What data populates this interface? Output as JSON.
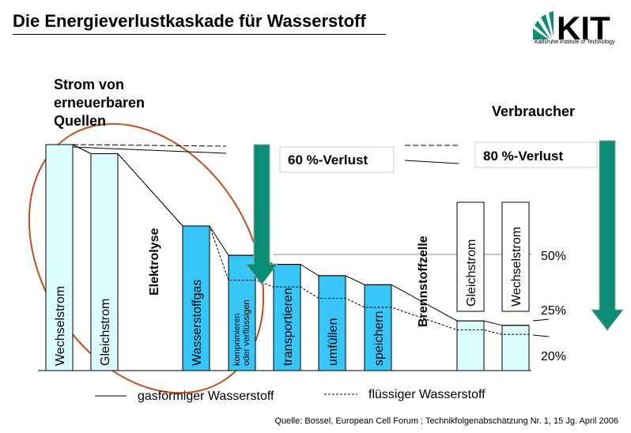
{
  "title": "Die Energieverlustkaskade für Wasserstoff",
  "logo": {
    "text": "KIT",
    "subtitle": "Karlsruhe Institute of Technology"
  },
  "chart_data": {
    "type": "bar",
    "bars": [
      {
        "label": "Wechselstrom",
        "value": 100,
        "color": "#dcfdfd"
      },
      {
        "label": "Gleichstrom",
        "value": 96,
        "color": "#dcfdfd"
      },
      {
        "label": "Wasserstoffgas",
        "value": 64,
        "color": "#37c6f8"
      },
      {
        "label": "komprimieren oder verflüssigen",
        "value": 51,
        "color": "#37c6f8"
      },
      {
        "label": "transportieren",
        "value": 47,
        "color": "#37c6f8"
      },
      {
        "label": "umfüllen",
        "value": 42,
        "color": "#37c6f8"
      },
      {
        "label": "speichern",
        "value": 38,
        "color": "#37c6f8"
      },
      {
        "label": "",
        "value": 22,
        "color": "#dcfdfd"
      },
      {
        "label": "",
        "value": 20,
        "color": "#dcfdfd"
      }
    ],
    "gas_line": [
      100,
      96,
      64,
      51,
      47,
      42,
      38,
      22,
      20
    ],
    "liquid_line": [
      100,
      96,
      64,
      40,
      37,
      32,
      28,
      18,
      16
    ],
    "stage_labels": [
      "Elektrolyse",
      "Brennstoffzelle"
    ],
    "boxed_labels": [
      "Gleichstrom",
      "Wechselstrom"
    ],
    "ticks": [
      "50%",
      "25%",
      "20%"
    ],
    "loss_labels": [
      "60 %-Verlust",
      "80 %-Verlust"
    ],
    "source_label": "Strom von erneuerbaren Quellen",
    "consumer_label": "Verbraucher",
    "legend": [
      "gasförmiger Wasserstoff",
      "flüssiger Wasserstoff"
    ],
    "colors": {
      "pale_bar": "#dcfdfd",
      "blue_bar": "#37c6f8",
      "arrow": "#0b8c74",
      "ellipse": "#c0501c"
    }
  },
  "source": "Quelle: Bossel, European Cell Forum ; Technikfolgenabschätzung Nr. 1, 15 Jg. April 2006"
}
